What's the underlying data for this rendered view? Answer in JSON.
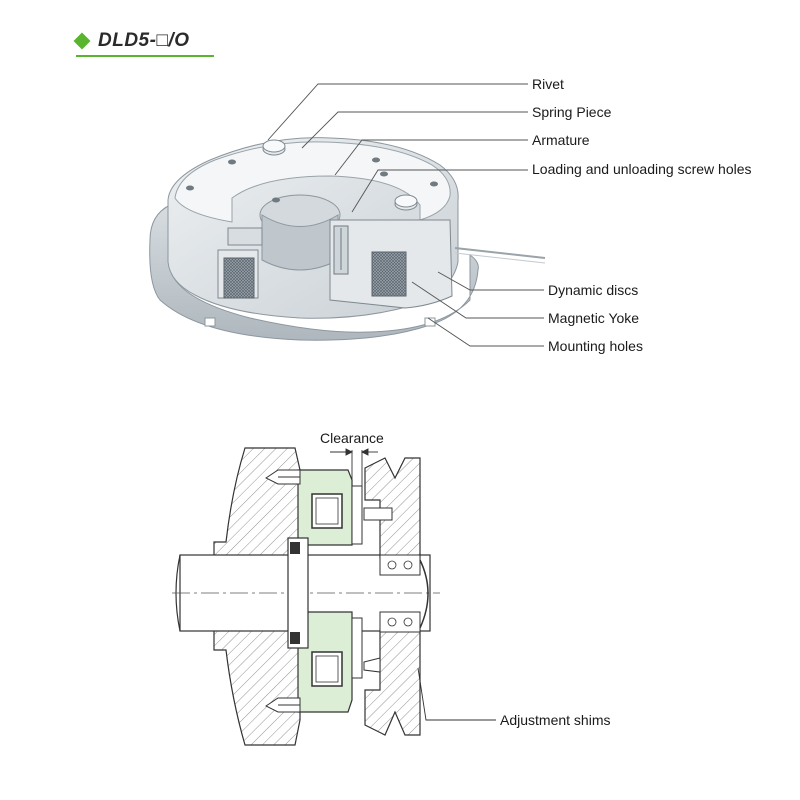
{
  "title": {
    "text": "DLD5-□/O",
    "accent_color": "#5ab52e"
  },
  "top_diagram": {
    "callouts": {
      "rivet": "Rivet",
      "spring_piece": "Spring Piece",
      "armature": "Armature",
      "screw_holes": "Loading and unloading screw holes",
      "dynamic_discs": "Dynamic discs",
      "magnetic_yoke": "Magnetic Yoke",
      "mounting_holes": "Mounting holes"
    }
  },
  "section_diagram": {
    "clearance": "Clearance",
    "adjustment_shims": "Adjustment shims",
    "highlight_color": "#dcefd6"
  }
}
